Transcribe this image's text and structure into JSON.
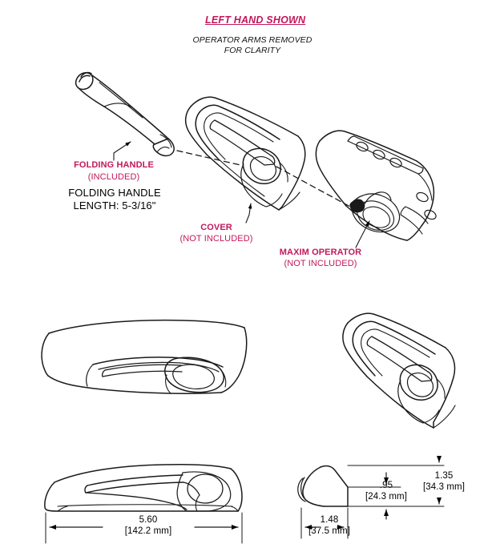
{
  "sheet": {
    "background": "#ffffff",
    "ink": "#000000",
    "accent": "#c2185b"
  },
  "header": {
    "title": "LEFT HAND SHOWN",
    "note_line1": "OPERATOR ARMS REMOVED",
    "note_line2": "FOR CLARITY"
  },
  "callouts": [
    {
      "id": "folding-handle",
      "line1": "FOLDING HANDLE",
      "line2": "(INCLUDED)",
      "color": "#c2185b"
    },
    {
      "id": "cover",
      "line1": "COVER",
      "line2": "(NOT INCLUDED)",
      "color": "#c2185b"
    },
    {
      "id": "maxim-operator",
      "line1": "MAXIM OPERATOR",
      "line2": "(NOT INCLUDED)",
      "color": "#c2185b"
    }
  ],
  "spec": {
    "line1": "FOLDING HANDLE",
    "line2": "LENGTH: 5-3/16\""
  },
  "dimensions": {
    "overall_length": {
      "inches": "5.60",
      "metric": "[142.2 mm]"
    },
    "depth": {
      "inches": "1.48",
      "metric": "[37.5 mm]"
    },
    "projection": {
      "inches": ".95",
      "metric": "[24.3 mm]"
    },
    "height": {
      "inches": "1.35",
      "metric": "[34.3 mm]"
    }
  },
  "views": {
    "exploded": "exploded-assembly-view",
    "iso_left": "isometric-left-view",
    "iso_right": "isometric-right-view",
    "side_elevation": "side-elevation-view",
    "end_section": "end-section-view"
  }
}
